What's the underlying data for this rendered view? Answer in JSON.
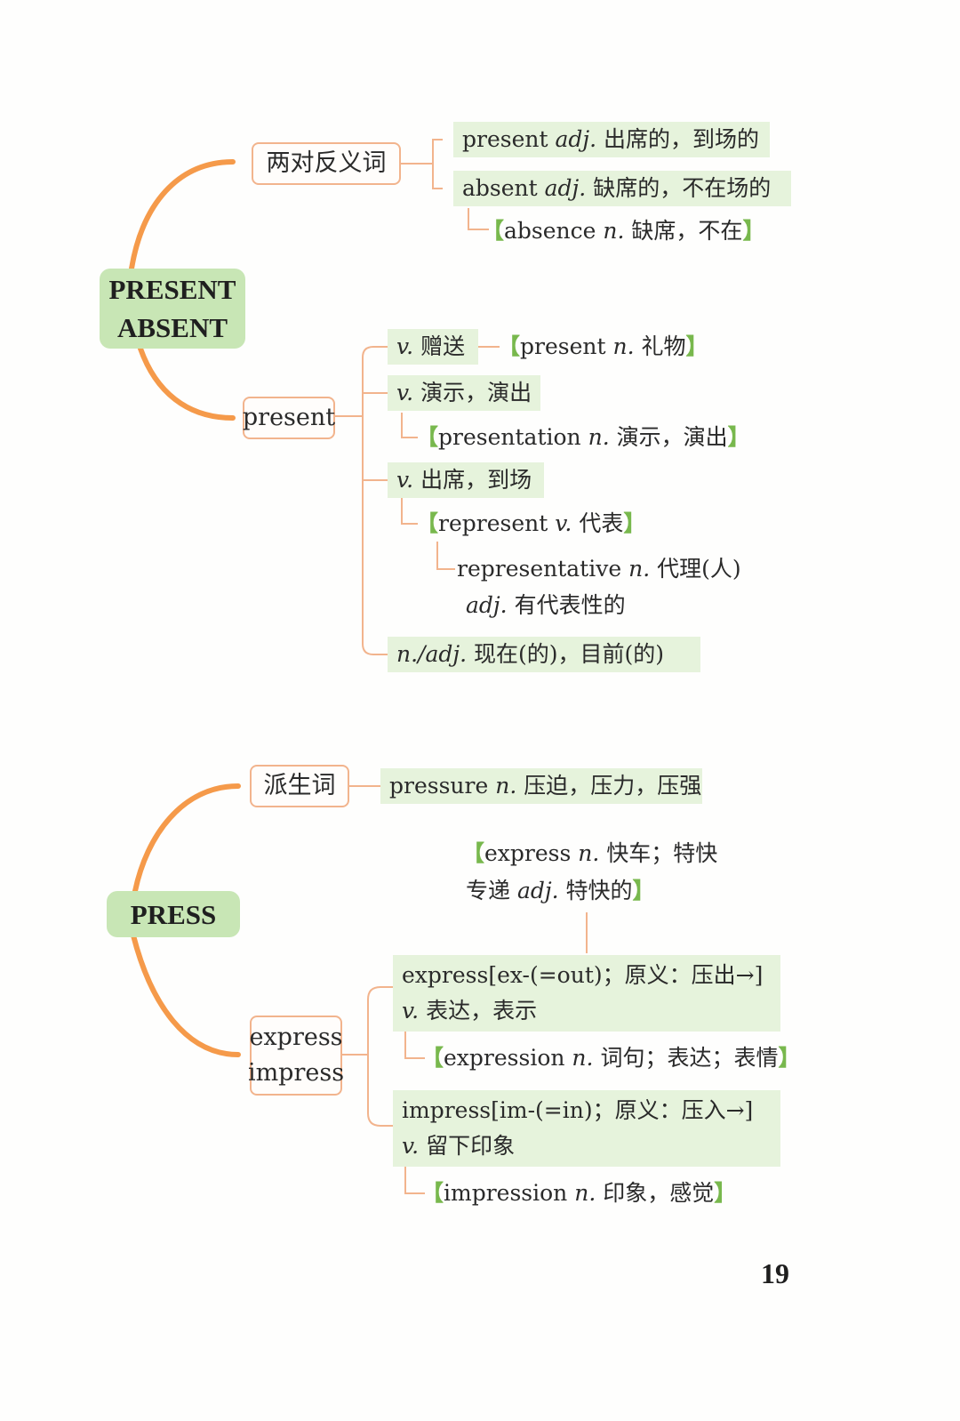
{
  "colors": {
    "branch": "#f59a4a",
    "connector": "#f2b48d",
    "root_bg": "#c8e6b5",
    "definition_bg": "#e6f3dc",
    "bracket": "#78b84d"
  },
  "map1": {
    "root": {
      "line1": "PRESENT",
      "line2": "ABSENT"
    },
    "antonyms": {
      "label": "两对反义词",
      "present": {
        "word": "present",
        "pos": "adj.",
        "meaning": "出席的，到场的"
      },
      "absent": {
        "word": "absent",
        "pos": "adj.",
        "meaning": "缺席的，不在场的"
      },
      "absence": {
        "open": "【",
        "word": "absence",
        "pos": "n.",
        "meaning": "缺席，不在",
        "close": "】"
      }
    },
    "present_verb": {
      "label": "present",
      "give": {
        "pos": "v.",
        "meaning": "赠送"
      },
      "gift": {
        "open": "【",
        "word": "present",
        "pos": "n.",
        "meaning": "礼物",
        "close": "】"
      },
      "show": {
        "pos": "v.",
        "meaning": "演示，演出"
      },
      "presentation": {
        "open": "【",
        "word": "presentation",
        "pos": "n.",
        "meaning": "演示，演出",
        "close": "】"
      },
      "attend": {
        "pos": "v.",
        "meaning": "出席，到场"
      },
      "represent": {
        "open": "【",
        "word": "represent",
        "pos": "v.",
        "meaning": "代表",
        "close": "】"
      },
      "representative": {
        "word": "representative",
        "pos": "n.",
        "meaning": "代理(人)",
        "pos2": "adj.",
        "meaning2": "有代表性的"
      },
      "now": {
        "pos": "n./adj.",
        "meaning": "现在(的)，目前(的)"
      }
    }
  },
  "map2": {
    "root": {
      "label": "PRESS"
    },
    "derivative": {
      "label": "派生词",
      "pressure": {
        "word": "pressure",
        "pos": "n.",
        "meaning": "压迫，压力，压强"
      }
    },
    "express_note": {
      "open": "【",
      "word": "express",
      "pos": "n.",
      "meaning": "快车；特快",
      "meaning_b": "专递",
      "pos2": "adj.",
      "meaning2": "特快的",
      "close": "】"
    },
    "express_impress": {
      "label1": "express",
      "label2": "impress",
      "express": {
        "word": "express",
        "etym": "[ex-(=out)；原义：压出→]",
        "pos": "v.",
        "meaning": "表达，表示"
      },
      "expression": {
        "open": "【",
        "word": "expression",
        "pos": "n.",
        "meaning": "词句；表达；表情",
        "close": "】"
      },
      "impress": {
        "word": "impress",
        "etym": "[im-(=in)；原义：压入→]",
        "pos": "v.",
        "meaning": "留下印象"
      },
      "impression": {
        "open": "【",
        "word": "impression",
        "pos": "n.",
        "meaning": "印象，感觉",
        "close": "】"
      }
    }
  },
  "page_number": "19"
}
